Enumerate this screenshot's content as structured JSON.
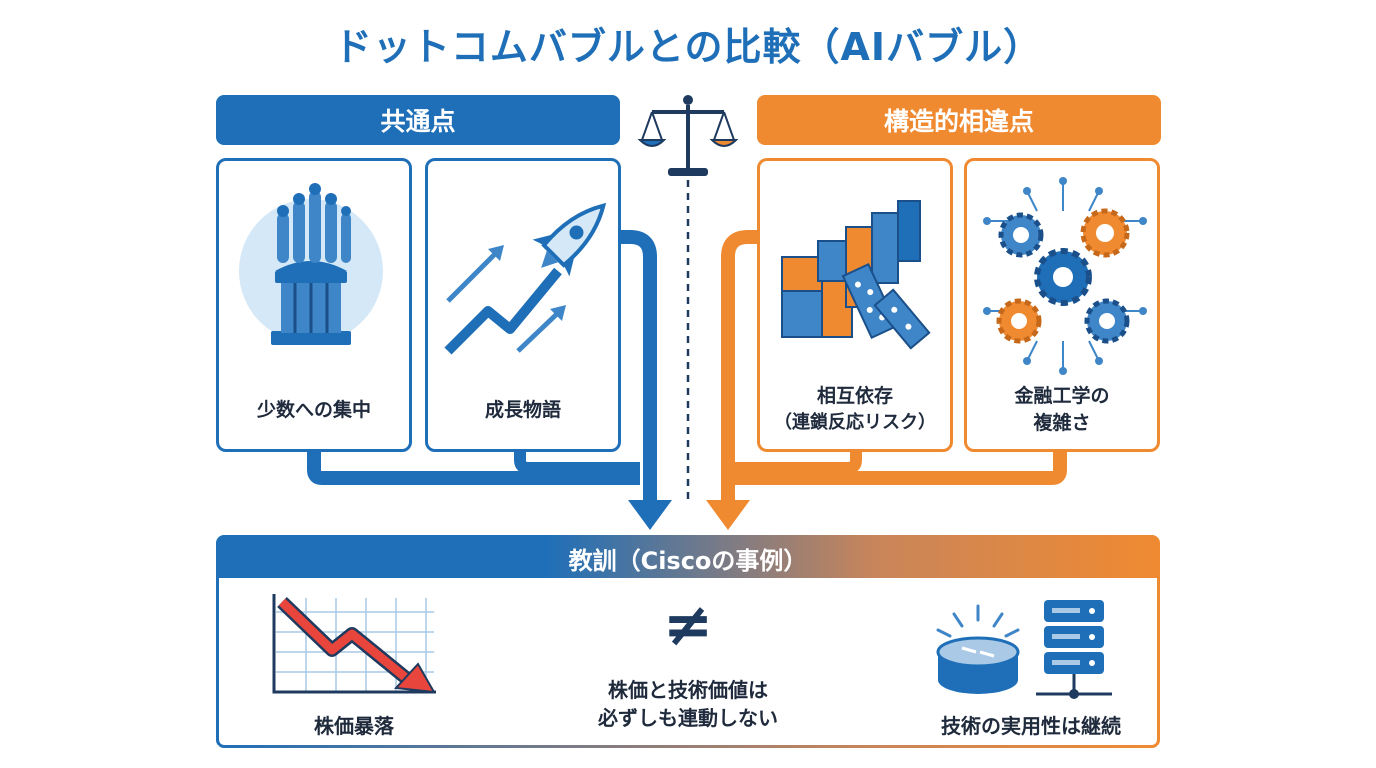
{
  "title": "ドットコムバブルとの比較（AIバブル）",
  "common": {
    "header": "共通点",
    "cards": [
      {
        "label": "少数への集中",
        "icon": "pillar-hand-icon"
      },
      {
        "label": "成長物語",
        "icon": "rocket-growth-icon"
      }
    ]
  },
  "differences": {
    "header": "構造的相違点",
    "cards": [
      {
        "label_line1": "相互依存",
        "label_line2": "（連鎖反応リスク）",
        "icon": "domino-blocks-icon"
      },
      {
        "label_line1": "金融工学の",
        "label_line2": "複雑さ",
        "icon": "gears-circuit-icon"
      }
    ]
  },
  "lesson": {
    "header": "教訓（Ciscoの事例）",
    "crash_label": "株価暴落",
    "not_equal_symbol": "≠",
    "middle_line1": "株価と技術価値は",
    "middle_line2": "必ずしも連動しない",
    "continue_label": "技術の実用性は継続"
  },
  "colors": {
    "blue": "#1f6fb8",
    "orange": "#f08a31",
    "red": "#e8453c",
    "dark": "#1f2a3c"
  }
}
